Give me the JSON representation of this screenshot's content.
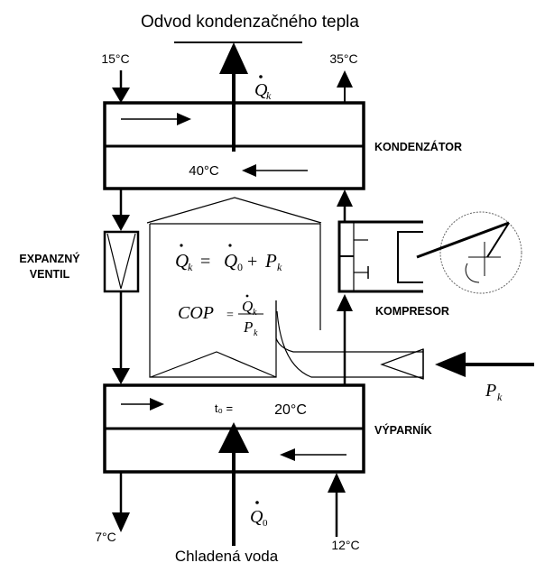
{
  "title": "Odvod kondenzačného tepla",
  "bottom_title": "Chladená voda",
  "components": {
    "condenser": {
      "label": "KONDENZÁTOR",
      "temperature": "40°C"
    },
    "evaporator": {
      "label": "VÝPARNÍK",
      "temperature_prefix": "t₀ =",
      "temperature": "20°C"
    },
    "expansion_valve": {
      "label_line1": "EXPANZNÝ",
      "label_line2": "VENTIL"
    },
    "compressor": {
      "label": "KOMPRESOR"
    }
  },
  "temperatures": {
    "condenser_water_in": "15°C",
    "condenser_water_out": "35°C",
    "chilled_water_out": "7°C",
    "chilled_water_in": "12°C"
  },
  "symbols": {
    "condensation_heat": {
      "base": "Q",
      "sub": "k"
    },
    "cooling_heat": {
      "base": "Q",
      "sub": "0"
    },
    "compressor_power": {
      "base": "P",
      "sub": "k"
    }
  },
  "equations": {
    "energy_balance": {
      "lhs": "Q",
      "lhs_sub": "k",
      "eq": "=",
      "t1": "Q",
      "t1_sub": "0",
      "plus": "+",
      "t2": "P",
      "t2_sub": "k"
    },
    "cop": {
      "name": "COP",
      "eq": "=",
      "num": "Q",
      "num_sub": "k",
      "den": "P",
      "den_sub": "k"
    }
  }
}
